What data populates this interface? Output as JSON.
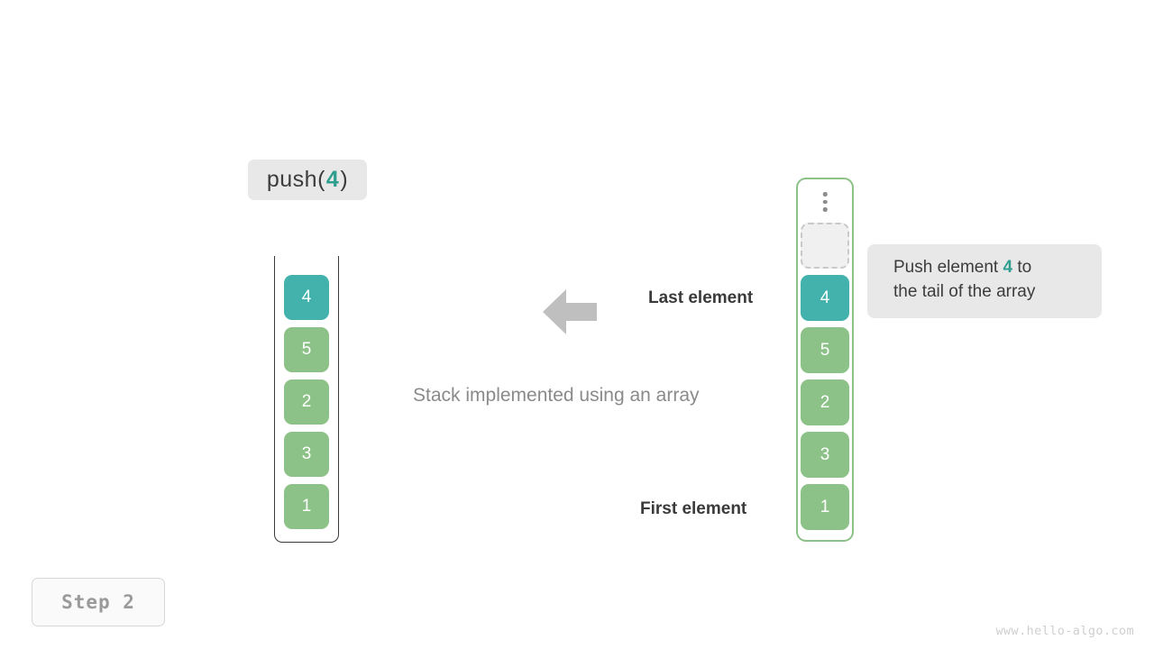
{
  "operation": {
    "prefix": "push(",
    "argument": "4",
    "suffix": ")"
  },
  "left_stack": {
    "name": "stack-container",
    "cells": [
      {
        "value": "4",
        "style": "teal"
      },
      {
        "value": "5",
        "style": "green"
      },
      {
        "value": "2",
        "style": "green"
      },
      {
        "value": "3",
        "style": "green"
      },
      {
        "value": "1",
        "style": "green"
      }
    ]
  },
  "annotations": {
    "last_element": "Last element",
    "first_element": "First element",
    "caption": "Stack implemented using an array",
    "arrow_icon": "arrow-left-icon"
  },
  "right_array": {
    "name": "array-container",
    "overflow_icon": "vertical-dots-icon",
    "cells": [
      {
        "value": "",
        "style": "empty"
      },
      {
        "value": "4",
        "style": "teal"
      },
      {
        "value": "5",
        "style": "green"
      },
      {
        "value": "2",
        "style": "green"
      },
      {
        "value": "3",
        "style": "green"
      },
      {
        "value": "1",
        "style": "green"
      }
    ]
  },
  "note": {
    "line1_before": "Push element ",
    "highlight": "4",
    "line1_after": " to",
    "line2": "the tail of the array"
  },
  "step_badge": "Step 2",
  "watermark": "www.hello-algo.com",
  "colors": {
    "teal": "#43b2ac",
    "green": "#8cc288",
    "accent_text": "#2f9e8f",
    "panel_gray": "#e8e8e8",
    "muted_text": "#8a8a8a"
  }
}
